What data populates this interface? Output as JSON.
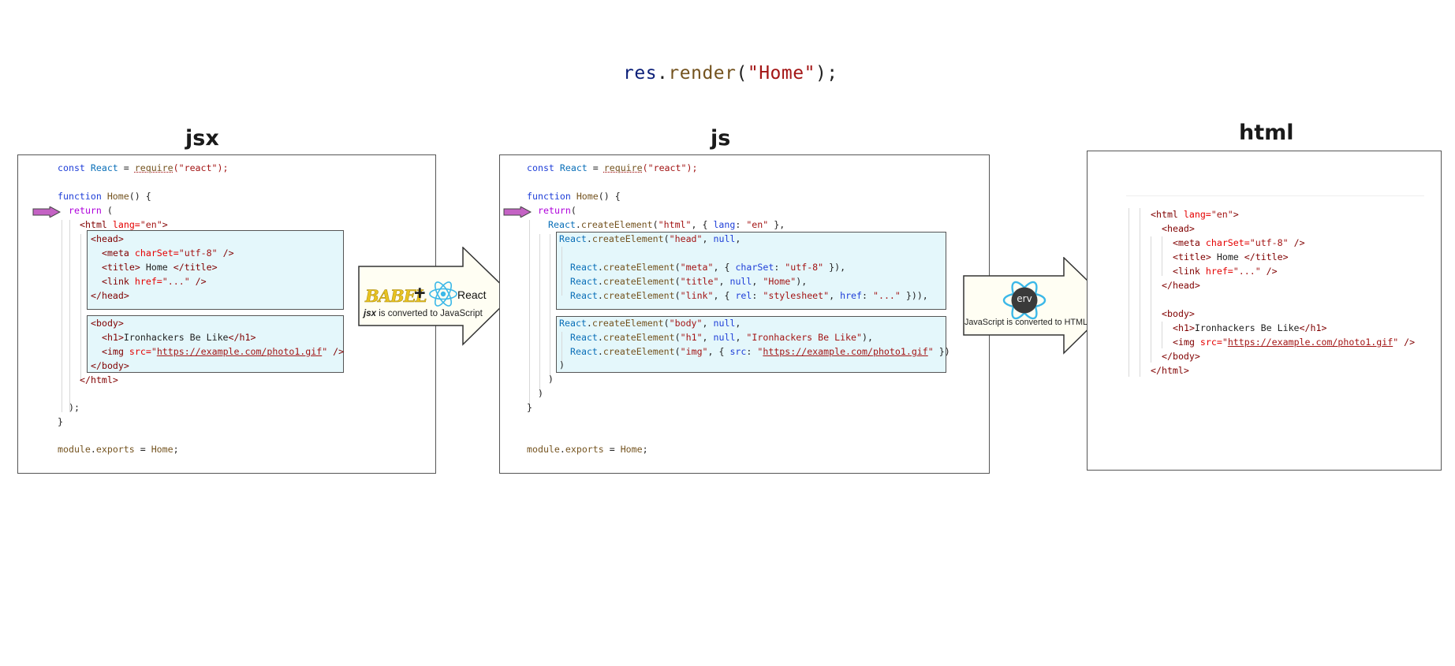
{
  "render_call": {
    "obj": "res",
    "dot": ".",
    "fn": "render",
    "open": "(",
    "arg": "\"Home\"",
    "close": ");"
  },
  "panels": {
    "jsx_title": "jsx",
    "js_title": "js",
    "html_title": "html"
  },
  "jsx": {
    "l1_const": "const",
    "l1_react": "React",
    "l1_eq": " = ",
    "l1_req": "require",
    "l1_arg": "(\"react\");",
    "l2_function": "function",
    "l2_name": "Home",
    "l2_rest": "() {",
    "l3_return": "return",
    "l3_rest": " (",
    "html_open_tag": "<html",
    "html_open_attr": "lang=",
    "html_open_val": "\"en\"",
    "html_open_end": ">",
    "head_open": "<head>",
    "meta_tag": "<meta",
    "meta_attr": "charSet=",
    "meta_val": "\"utf-8\"",
    "meta_end": " />",
    "title_open": "<title>",
    "title_text": " Home ",
    "title_close": "</title>",
    "link_tag": "<link",
    "link_attr": "href=",
    "link_val": "\"...\"",
    "link_end": " />",
    "head_close": "</head>",
    "body_open": "<body>",
    "h1_open": "<h1>",
    "h1_text": "Ironhackers Be Like",
    "h1_close": "</h1>",
    "img_tag": "<img",
    "img_attr": "src=",
    "img_q1": "\"",
    "img_url": "https://example.com/photo1.gif",
    "img_q2": "\"",
    "img_end": " />",
    "body_close": "</body>",
    "html_close": "</html>",
    "close_paren": ");",
    "close_brace": "}",
    "exp_module": "module",
    "exp_dot": ".",
    "exp_exports": "exports",
    "exp_eq": " = ",
    "exp_home": "Home",
    "exp_end": ";"
  },
  "js": {
    "l1_const": "const",
    "l1_react": "React",
    "l1_eq": " = ",
    "l1_req": "require",
    "l1_arg": "(\"react\");",
    "l2_function": "function",
    "l2_name": "Home",
    "l2_rest": "() {",
    "l3_return": "return",
    "l3_rest": "(",
    "ce_react": "React",
    "ce_dot": ".",
    "ce_fn": "createElement",
    "html_args_1": "(",
    "html_args_s": "\"html\"",
    "html_args_2": ", { ",
    "html_args_k": "lang",
    "html_args_3": ": ",
    "html_args_v": "\"en\"",
    "html_args_4": " },",
    "head_args_1": "(",
    "head_args_s": "\"head\"",
    "head_args_2": ", ",
    "head_args_null": "null",
    "head_args_3": ",",
    "meta_args_1": "(",
    "meta_args_s": "\"meta\"",
    "meta_args_2": ", { ",
    "meta_args_k": "charSet",
    "meta_args_3": ": ",
    "meta_args_v": "\"utf-8\"",
    "meta_args_4": " }),",
    "title_args_1": "(",
    "title_args_s": "\"title\"",
    "title_args_2": ", ",
    "title_args_null": "null",
    "title_args_3": ", ",
    "title_args_v": "\"Home\"",
    "title_args_4": "),",
    "link_args_1": "(",
    "link_args_s": "\"link\"",
    "link_args_2": ", { ",
    "link_args_k1": "rel",
    "link_args_3": ": ",
    "link_args_v1": "\"stylesheet\"",
    "link_args_4": ", ",
    "link_args_k2": "href",
    "link_args_5": ": ",
    "link_args_v2": "\"...\"",
    "link_args_6": " })),",
    "body_args_1": "(",
    "body_args_s": "\"body\"",
    "body_args_2": ", ",
    "body_args_null": "null",
    "body_args_3": ",",
    "h1_args_1": "(",
    "h1_args_s": "\"h1\"",
    "h1_args_2": ", ",
    "h1_args_null": "null",
    "h1_args_3": ", ",
    "h1_args_v": "\"Ironhackers Be Like\"",
    "h1_args_4": "),",
    "img_args_1": "(",
    "img_args_s": "\"img\"",
    "img_args_2": ", { ",
    "img_args_k": "src",
    "img_args_3": ": ",
    "img_args_q1": "\"",
    "img_args_url": "https://example.com/photo1.gif",
    "img_args_q2": "\"",
    "img_args_4": " })",
    "paren1": ")",
    "paren2": ")",
    "paren3": ")",
    "close_brace": "}",
    "exp_module": "module",
    "exp_dot": ".",
    "exp_exports": "exports",
    "exp_eq": " = ",
    "exp_home": "Home",
    "exp_end": ";"
  },
  "html": {
    "html_open_tag": "<html",
    "html_open_attr": "lang=",
    "html_open_val": "\"en\"",
    "html_open_end": ">",
    "head_open": "<head>",
    "meta_tag": "<meta",
    "meta_attr": "charSet=",
    "meta_val": "\"utf-8\"",
    "meta_end": " />",
    "title_open": "<title>",
    "title_text": " Home ",
    "title_close": "</title>",
    "link_tag": "<link",
    "link_attr": "href=",
    "link_val": "\"...\"",
    "link_end": " />",
    "head_close": "</head>",
    "body_open": "<body>",
    "h1_open": "<h1>",
    "h1_text": "Ironhackers Be Like",
    "h1_close": "</h1>",
    "img_tag": "<img",
    "img_attr": "src=",
    "img_q1": "\"",
    "img_url": "https://example.com/photo1.gif",
    "img_q2": "\"",
    "img_end": " />",
    "body_close": "</body>",
    "html_close": "</html>"
  },
  "arrow1": {
    "babel_logo": "BABEL",
    "plus": "+",
    "react_label": "React",
    "caption_bold": "jsx",
    "caption_rest": " is converted to JavaScript"
  },
  "arrow2": {
    "erv_label": "erv",
    "caption": "JavaScript is converted to HTML"
  },
  "colors": {
    "pointer_arrow": "#c462c4",
    "highlight_box": "#e4f7fb",
    "react_logo": "#3bb8e8",
    "babel_logo": "#e8c320"
  }
}
